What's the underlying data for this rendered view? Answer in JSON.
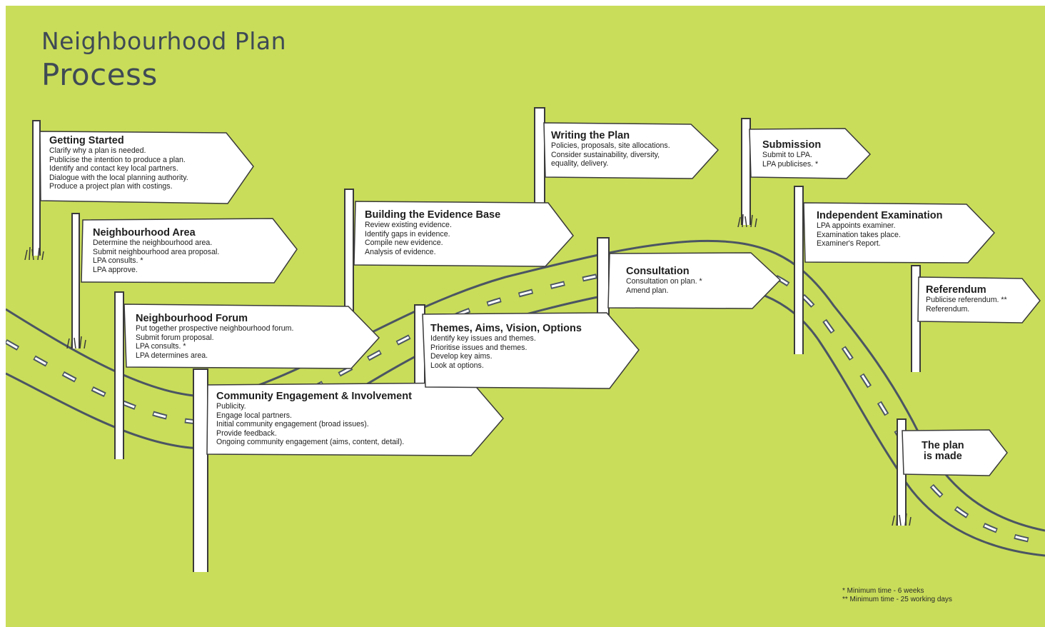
{
  "title": {
    "line1": "Neighbourhood Plan",
    "line2": "Process"
  },
  "signs": {
    "getting_started": {
      "title": "Getting Started",
      "items": [
        "Clarify why a plan is needed.",
        "Publicise the intention to produce a plan.",
        "Identify and contact key local partners.",
        "Dialogue with the local planning authority.",
        "Produce a project plan with costings."
      ]
    },
    "neighbourhood_area": {
      "title": "Neighbourhood Area",
      "items": [
        "Determine the neighbourhood area.",
        "Submit neighbourhood area proposal.",
        "LPA consults. *",
        "LPA approve."
      ]
    },
    "neighbourhood_forum": {
      "title": "Neighbourhood Forum",
      "items": [
        "Put together prospective neighbourhood forum.",
        "Submit forum proposal.",
        "LPA consults. *",
        "LPA determines area."
      ]
    },
    "community_engagement": {
      "title": "Community Engagement & Involvement",
      "items": [
        "Publicity.",
        "Engage local partners.",
        "Initial community engagement (broad issues).",
        "Provide feedback.",
        "Ongoing community engagement (aims, content, detail)."
      ]
    },
    "evidence_base": {
      "title": "Building the Evidence Base",
      "items": [
        "Review existing evidence.",
        "Identify gaps in evidence.",
        "Compile new evidence.",
        "Analysis of evidence."
      ]
    },
    "themes": {
      "title": "Themes, Aims, Vision, Options",
      "items": [
        "Identify key issues and themes.",
        "Prioritise issues and themes.",
        "Develop key aims.",
        "Look at options."
      ]
    },
    "writing_plan": {
      "title": "Writing the Plan",
      "items": [
        "Policies, proposals, site allocations.",
        "Consider sustainability, diversity,",
        "equality, delivery."
      ]
    },
    "consultation": {
      "title": "Consultation",
      "items": [
        "Consultation on plan. *",
        "Amend plan."
      ]
    },
    "submission": {
      "title": "Submission",
      "items": [
        "Submit to LPA.",
        "LPA publicises. *"
      ]
    },
    "independent_examination": {
      "title": "Independent Examination",
      "items": [
        "LPA appoints examiner.",
        "Examination takes place.",
        "Examiner's Report."
      ]
    },
    "referendum": {
      "title": "Referendum",
      "items": [
        "Publicise referendum. **",
        "Referendum."
      ]
    },
    "plan_made": {
      "title_line1": "The plan",
      "title_line2": "is made"
    }
  },
  "footnotes": {
    "single": "* Minimum time - 6 weeks",
    "double": "** Minimum time - 25 working days"
  },
  "colors": {
    "background": "#c9dd5a",
    "title": "#3f4a55",
    "sign": "#ffffff",
    "outline": "#3a3a3a",
    "road": "#4b5563"
  }
}
